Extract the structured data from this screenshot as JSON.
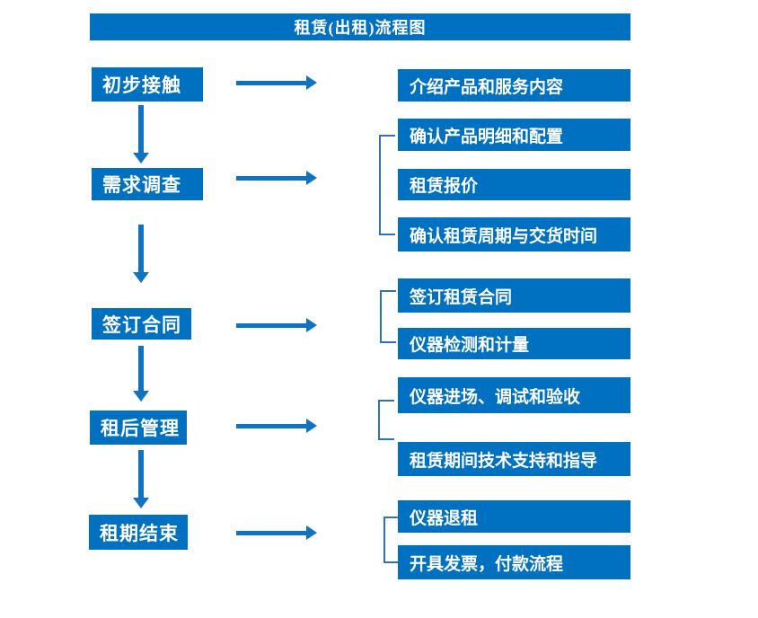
{
  "title": "租赁(出租)流程图",
  "colors": {
    "primary": "#0070C0",
    "arrow": "#0F73C2",
    "bracket": "#2E74B5",
    "text": "#FFFFFF",
    "background": "#FFFFFF"
  },
  "diagram": {
    "type": "flowchart",
    "direction": "top-to-bottom",
    "steps": [
      {
        "label": "初步接触",
        "outputs": [
          "介绍产品和服务内容"
        ]
      },
      {
        "label": "需求调查",
        "outputs": [
          "确认产品明细和配置",
          "租赁报价",
          "确认租赁周期与交货时间"
        ]
      },
      {
        "label": "签订合同",
        "outputs": [
          "签订租赁合同",
          "仪器检测和计量"
        ]
      },
      {
        "label": "租后管理",
        "outputs": [
          "仪器进场、调试和验收",
          "租赁期间技术支持和指导"
        ]
      },
      {
        "label": "租期结束",
        "outputs": [
          "仪器退租",
          "开具发票，付款流程"
        ]
      }
    ]
  }
}
